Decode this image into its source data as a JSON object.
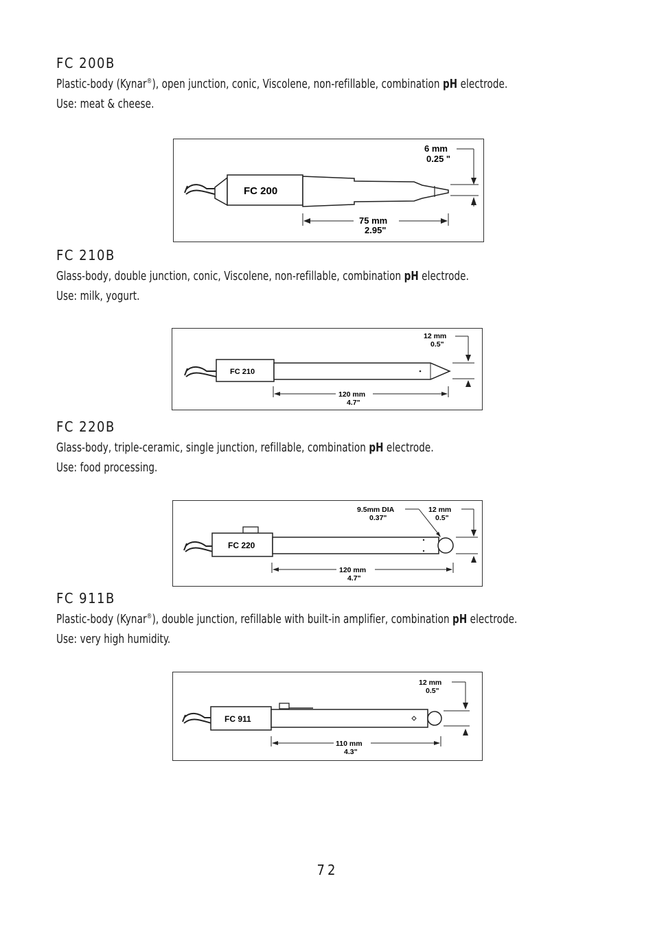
{
  "products": [
    {
      "heading": "FC 200B",
      "desc_pre": "Plastic-body (Kynar",
      "reg": "®",
      "desc_post": "), open junction, conic, Viscolene, non-refillable, combination",
      "ph": "pH",
      "desc_end": "electrode.",
      "use": "Use: meat & cheese.",
      "figure": {
        "label": "FC 200",
        "tip_mm": "6 mm",
        "tip_in": "0.25 \"",
        "len_mm": "75 mm",
        "len_in": "2.95\""
      }
    },
    {
      "heading": "FC 210B",
      "desc_pre": "Glass-body, double junction, conic, Viscolene, non-refillable, combination",
      "reg": "",
      "desc_post": "",
      "ph": "pH",
      "desc_end": "electrode.",
      "use": "Use: milk, yogurt.",
      "figure": {
        "label": "FC 210",
        "tip_mm": "12 mm",
        "tip_in": "0.5\"",
        "len_mm": "120 mm",
        "len_in": "4.7\""
      }
    },
    {
      "heading": "FC 220B",
      "desc_pre": "Glass-body, triple-ceramic, single junction, refillable, combination",
      "reg": "",
      "desc_post": "",
      "ph": "pH",
      "desc_end": "electrode.",
      "use": "Use: food processing.",
      "figure": {
        "label": "FC 220",
        "dia_mm": "9.5mm DIA",
        "dia_in": "0.37\"",
        "tip_mm": "12 mm",
        "tip_in": "0.5\"",
        "len_mm": "120 mm",
        "len_in": "4.7\""
      }
    },
    {
      "heading": "FC 911B",
      "desc_pre": "Plastic-body (Kynar",
      "reg": "®",
      "desc_post": "), double junction, refillable with built-in amplifier, combination",
      "ph": "pH",
      "desc_end": "electrode.",
      "use": "Use: very high humidity.",
      "figure": {
        "label": "FC 911",
        "tip_mm": "12 mm",
        "tip_in": "0.5\"",
        "len_mm": "110 mm",
        "len_in": "4.3\""
      }
    }
  ],
  "page_number": "72"
}
